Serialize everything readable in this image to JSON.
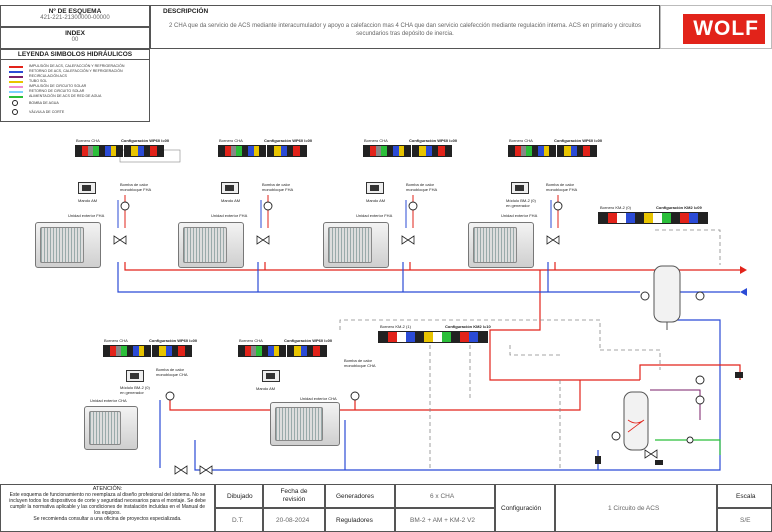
{
  "header": {
    "schema_number_label": "Nº DE ESQUEMA",
    "schema_number": "421-221-21300000-00000",
    "index_label": "INDEX",
    "index_value": "00",
    "description_label": "DESCRIPCIÓN",
    "description": "2 CHA que da servicio de ACS mediante interacumulador y apoyo a calefaccion  mas 4 CHA que dan servicio  calefección mediante regulación interna. ACS en primario y circuitos secundarios tras depósito de inercia.",
    "logo_text": "WOLF",
    "logo_color": "#e2231a"
  },
  "legend": {
    "title": "LEYENDA SIMBOLOS HIDRÁULICOS",
    "items": [
      {
        "color": "#e2231a",
        "text": "IMPULSIÓN DE ACS, CALEFACCIÓN Y REFRIGERACIÓN"
      },
      {
        "color": "#2b4bd6",
        "text": "RETORNO DE ACS, CALEFACCIÓN Y REFRIGERACIÓN"
      },
      {
        "color": "#7a1f6a",
        "text": "RECIRCULACIÓN ACS"
      },
      {
        "color": "#e8c400",
        "text": "TUBO SOL"
      },
      {
        "color": "#f08ad0",
        "text": "IMPULSIÓN DE CIRCUITO SOLAR"
      },
      {
        "color": "#7fd1ff",
        "text": "RETORNO DE CIRCUITO SOLAR"
      },
      {
        "color": "#2bbf3a",
        "text": "ALIMENTACIÓN DE ACS DE RED DE AGUA"
      },
      {
        "color": "#1a1a1a",
        "text": "BOMBA DE AGUA"
      },
      {
        "color": "#1a1a1a",
        "text": "VÁLVULA DE CORTE"
      }
    ]
  },
  "units_top": [
    {
      "bornero": "Bornero CHA",
      "config": "Configuración WP60 l=00",
      "mando": "Mando AM",
      "pump": "Bomba de calor monobloque FHA",
      "unit": "Unidad exterior FHA"
    },
    {
      "bornero": "Bornero CHA",
      "config": "Configuración WP60 l=00",
      "mando": "Mando AM",
      "pump": "Bomba de calor monobloque FHA",
      "unit": "Unidad exterior FHA"
    },
    {
      "bornero": "Bornero CHA",
      "config": "Configuración WP60 l=00",
      "mando": "Mando AM",
      "pump": "Bomba de calor monobloque FHA",
      "unit": "Unidad exterior FHA"
    },
    {
      "bornero": "Bornero CHA",
      "config": "Configuración WP60 l=00",
      "mando": "Módulo BM-2 (0) en generador",
      "pump": "Bomba de calor monobloque FHA",
      "unit": "Unidad exterior FHA"
    }
  ],
  "units_bottom": [
    {
      "bornero": "Bornero CHA",
      "config": "Configuración WP60 l=00",
      "mando": "Módulo BM-2 (0) en generador",
      "pump": "Bomba de calor monobloque CHA",
      "unit": "Unidad exterior CHA"
    },
    {
      "bornero": "Bornero CHA",
      "config": "Configuración WP60 l=00",
      "mando": "Mando AM",
      "pump": "Bomba de calor monobloque CHA",
      "unit": "Unidad exterior CHA"
    }
  ],
  "km2_top": {
    "bornero": "Bornero KM-2 (0)",
    "config": "Configuración KM2 l=09"
  },
  "km2_mid": {
    "bornero": "Bornero KM-2 (1)",
    "config": "Configuración KM2 l=10"
  },
  "colors": {
    "supply": "#e2231a",
    "return": "#2b4bd6",
    "dhw_cold": "#2bbf3a",
    "recirc": "#7a1f6a"
  },
  "footer": {
    "attention_title": "ATENCIÓN:",
    "attention_text": "Este esquema de funcionamiento no reemplaza al diseño profesional del sistema. No se incluyen todos los dispositivos de corte y seguridad necesarios para el montaje. Se debe cumplir la normativa aplicable y las condiciones de instalación incluidas en el Manual de los equipos.",
    "attention_note": "Se recomienda consultar a una oficina de proyectos especializada.",
    "dibujado_label": "Dibujado",
    "dibujado_value": "D.T.",
    "fecha_label": "Fecha de revisión",
    "fecha_value": "20-08-2024",
    "generadores_label": "Generadores",
    "generadores_value": "6 x CHA",
    "reguladores_label": "Reguladores",
    "reguladores_value": "BM-2 + AM + KM-2 V2",
    "configuracion_label": "Configuración",
    "configuracion_value": "1 Circuito de ACS",
    "escala_label": "Escala",
    "escala_value": "S/E"
  }
}
